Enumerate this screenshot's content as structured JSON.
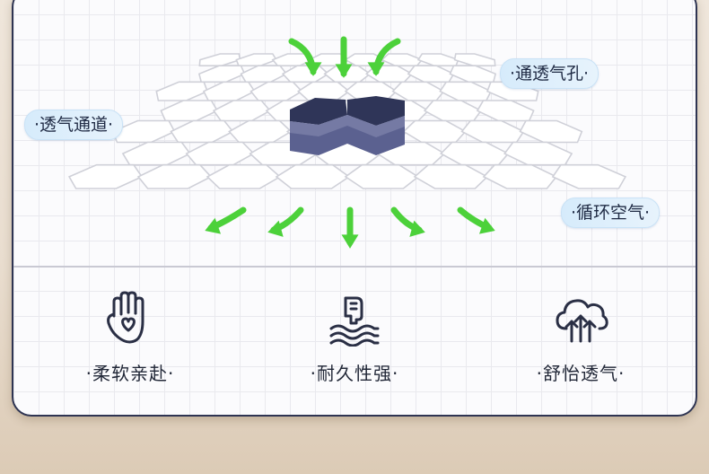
{
  "callouts": {
    "channel": "·透气通道·",
    "hole": "·通透气孔·",
    "circulation": "·循环空气·"
  },
  "features": [
    {
      "icon": "soft-hand-heart-icon",
      "label": "·柔软亲赴·"
    },
    {
      "icon": "press-rebound-icon",
      "label": "·耐久性强·"
    },
    {
      "icon": "breathable-cloud-icon",
      "label": "·舒怡透气·"
    }
  ],
  "colors": {
    "accent_green": "#4cd13a",
    "block_navy": "#2f3558",
    "border": "#2e3452",
    "callout_bg": "#d6ebfb"
  }
}
